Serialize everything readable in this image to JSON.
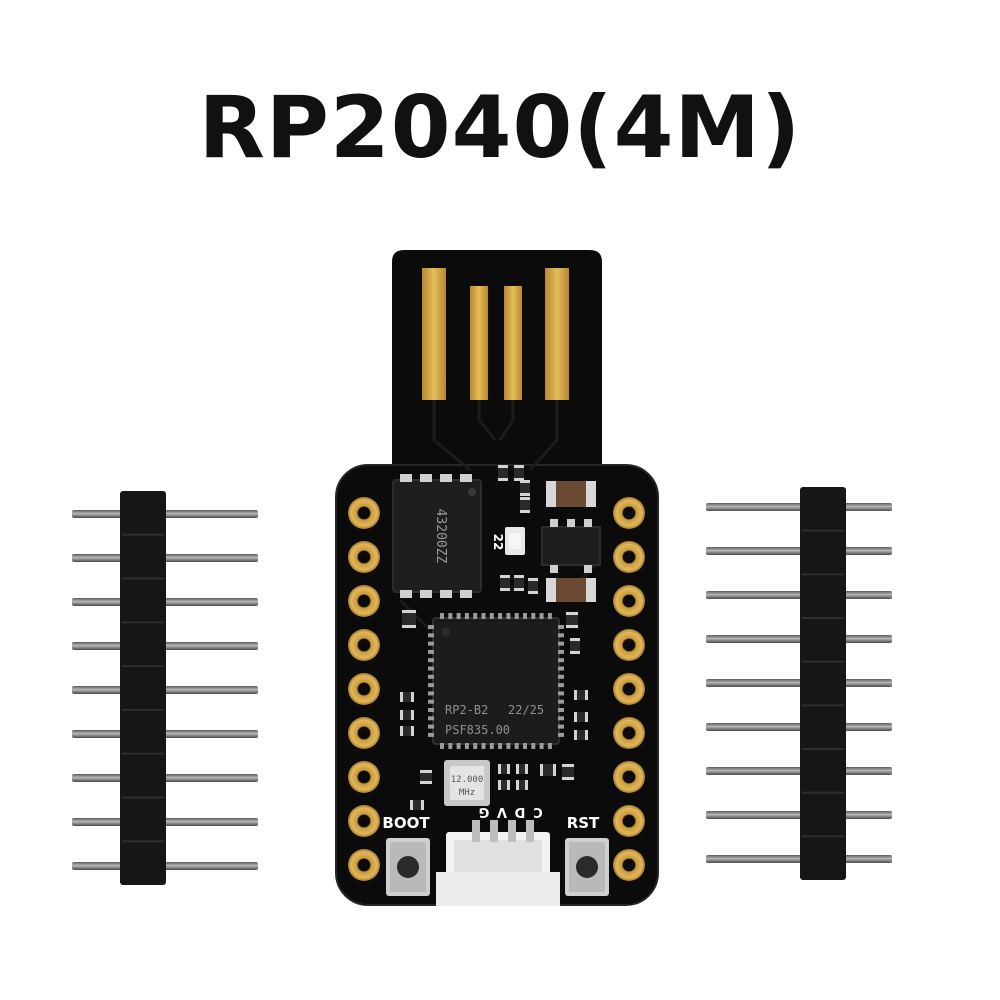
{
  "title": "RP2040(4M)",
  "board": {
    "boot_label": "BOOT",
    "rst_label": "RST",
    "flash_chip_text": "43200ZZ",
    "led_text": "22",
    "mcu_line1": "RP2-B2",
    "mcu_line2": "22/25",
    "mcu_line3": "PSF835.00",
    "crystal_line1": "12.000",
    "crystal_line2": "MHz",
    "connector_pins": [
      "G",
      "V",
      "D",
      "C"
    ]
  },
  "colors": {
    "pcb": "#0c0c0c",
    "gold": "#d4a744",
    "header_plastic": "#1a1a1a",
    "pin_metal": "#8a8a8a",
    "silkscreen": "#ffffff"
  },
  "header_left": {
    "pin_count": 9
  },
  "header_right": {
    "pin_count": 9
  }
}
